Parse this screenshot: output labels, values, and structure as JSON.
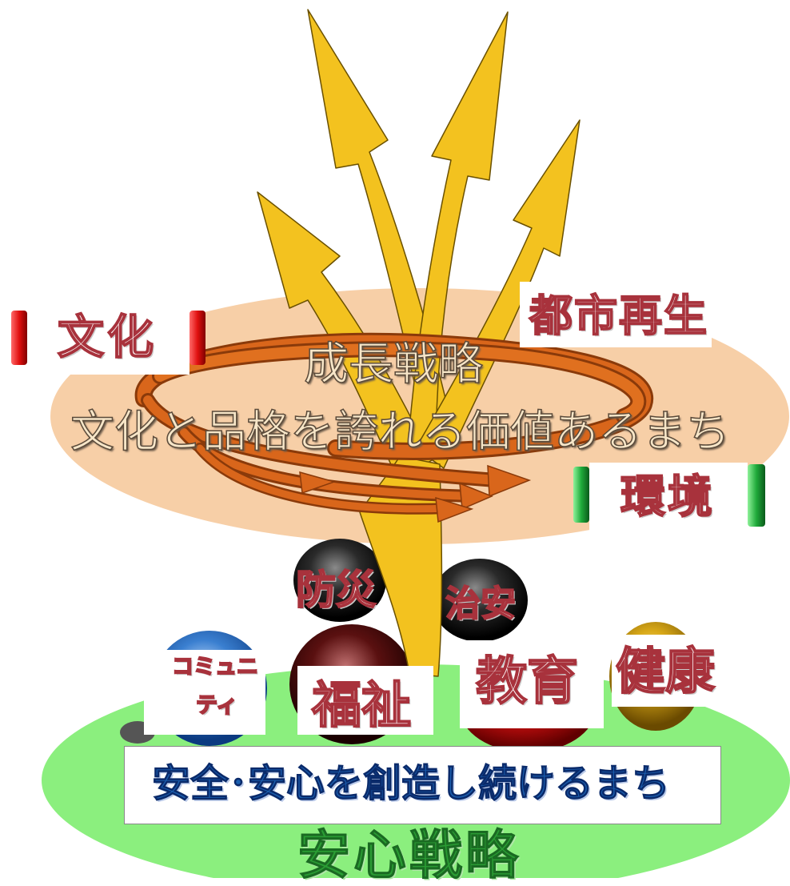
{
  "growth": {
    "title": "成長戦略",
    "subtitle": "文化と品格を誇れる価値あるまち",
    "themes": {
      "culture": "文化",
      "urban_renewal": "都市再生",
      "environment": "環境"
    }
  },
  "safety": {
    "title": "安心戦略",
    "subtitle": "安全･安心を創造し続けるまち",
    "themes": {
      "disaster_prevention": "防災",
      "public_safety": "治安",
      "community_line1": "コミュニ",
      "community_line2": "ティ",
      "welfare": "福祉",
      "education": "教育",
      "health": "健康"
    }
  },
  "colors": {
    "arrow_yellow": "#f3c21f",
    "swirl_orange": "#d9661b",
    "growth_ellipse": "#f7cfa7",
    "safety_ellipse": "#8bef7e",
    "label_outline": "#a8323c",
    "safety_subtitle": "#1b5fb0",
    "safety_title": "#2a9d34",
    "culture_bar": "#e0100f",
    "environment_bar": "#1faa3a"
  }
}
